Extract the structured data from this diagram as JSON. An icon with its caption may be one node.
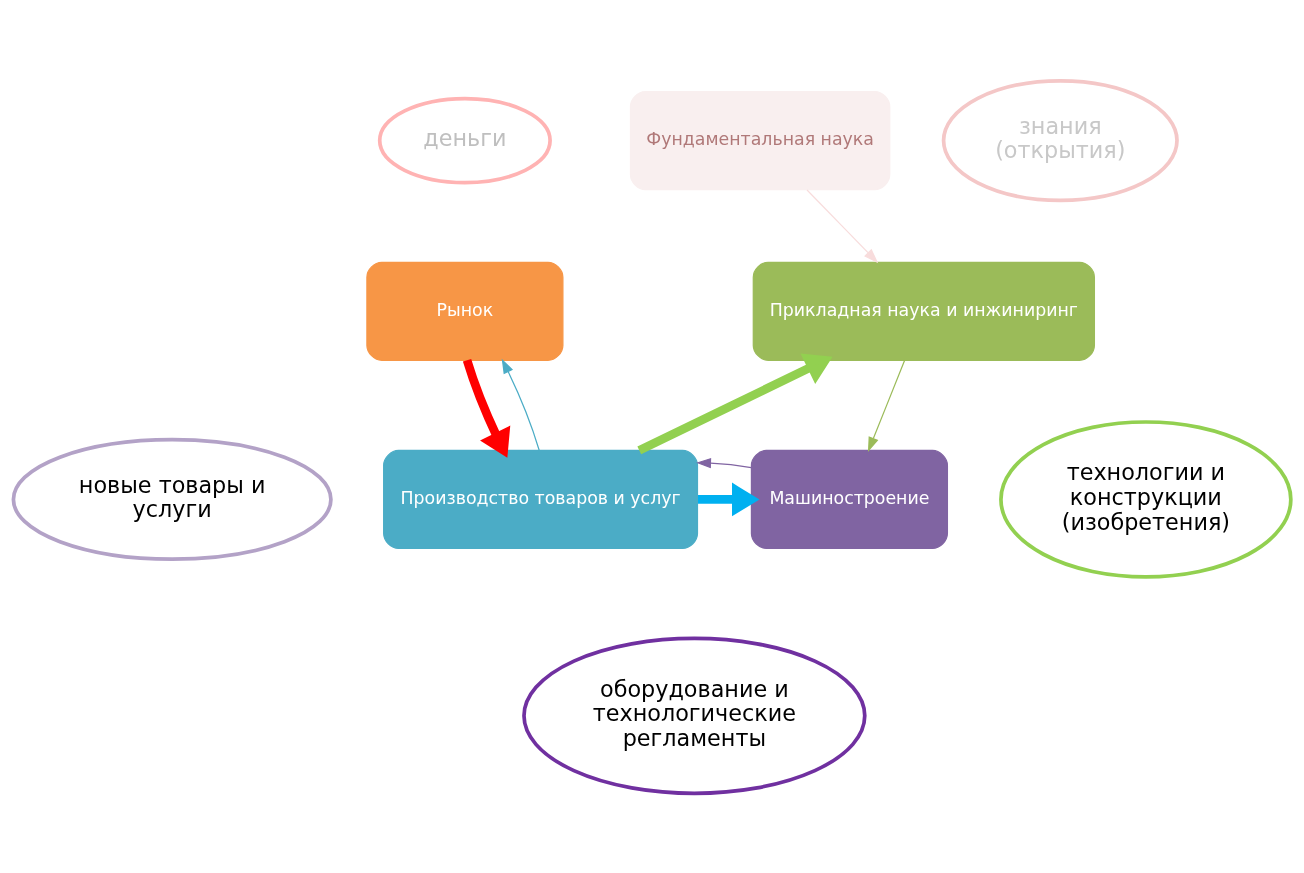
{
  "diagram": {
    "nodes": [
      {
        "text": [
          "Фундаментальная наука"
        ]
      },
      {
        "text": [
          "знания (открытия)"
        ]
      },
      {
        "text": [
          "деньги"
        ]
      },
      {
        "text": [
          "Рынок"
        ]
      },
      {
        "text": [
          "Прикладная наука и инжиниринг"
        ]
      },
      {
        "text": [
          "новые товары и услуги"
        ]
      },
      {
        "text": [
          "Производство товаров и услуг"
        ]
      },
      {
        "text": [
          "Машиностроение"
        ]
      },
      {
        "text": [
          "технологии и конструкции (изобретения)"
        ]
      },
      {
        "text": [
          "оборудование и технологические регламенты"
        ]
      }
    ],
    "edges": [
      {
        "from": 0,
        "to": 4,
        "arrow": "to",
        "color": "#f8dcdc"
      },
      {
        "from": 3,
        "to": 6,
        "arrow": "to",
        "style": "thick",
        "color": "#ff0000"
      },
      {
        "from": 6,
        "to": 4,
        "arrow": "to",
        "style": "thick",
        "color": "#92d050"
      },
      {
        "from": 6,
        "to": 7,
        "arrow": "to",
        "style": "thick",
        "color": "#00b0f0"
      },
      {
        "from": 4,
        "to": 7,
        "arrow": "to",
        "color": "#9bbb59"
      },
      {
        "from": 7,
        "to": 6,
        "arrow": "to",
        "color": "#8064a2"
      },
      {
        "from": 6,
        "to": 3,
        "arrow": "to",
        "color": "#4bacc6"
      }
    ]
  }
}
